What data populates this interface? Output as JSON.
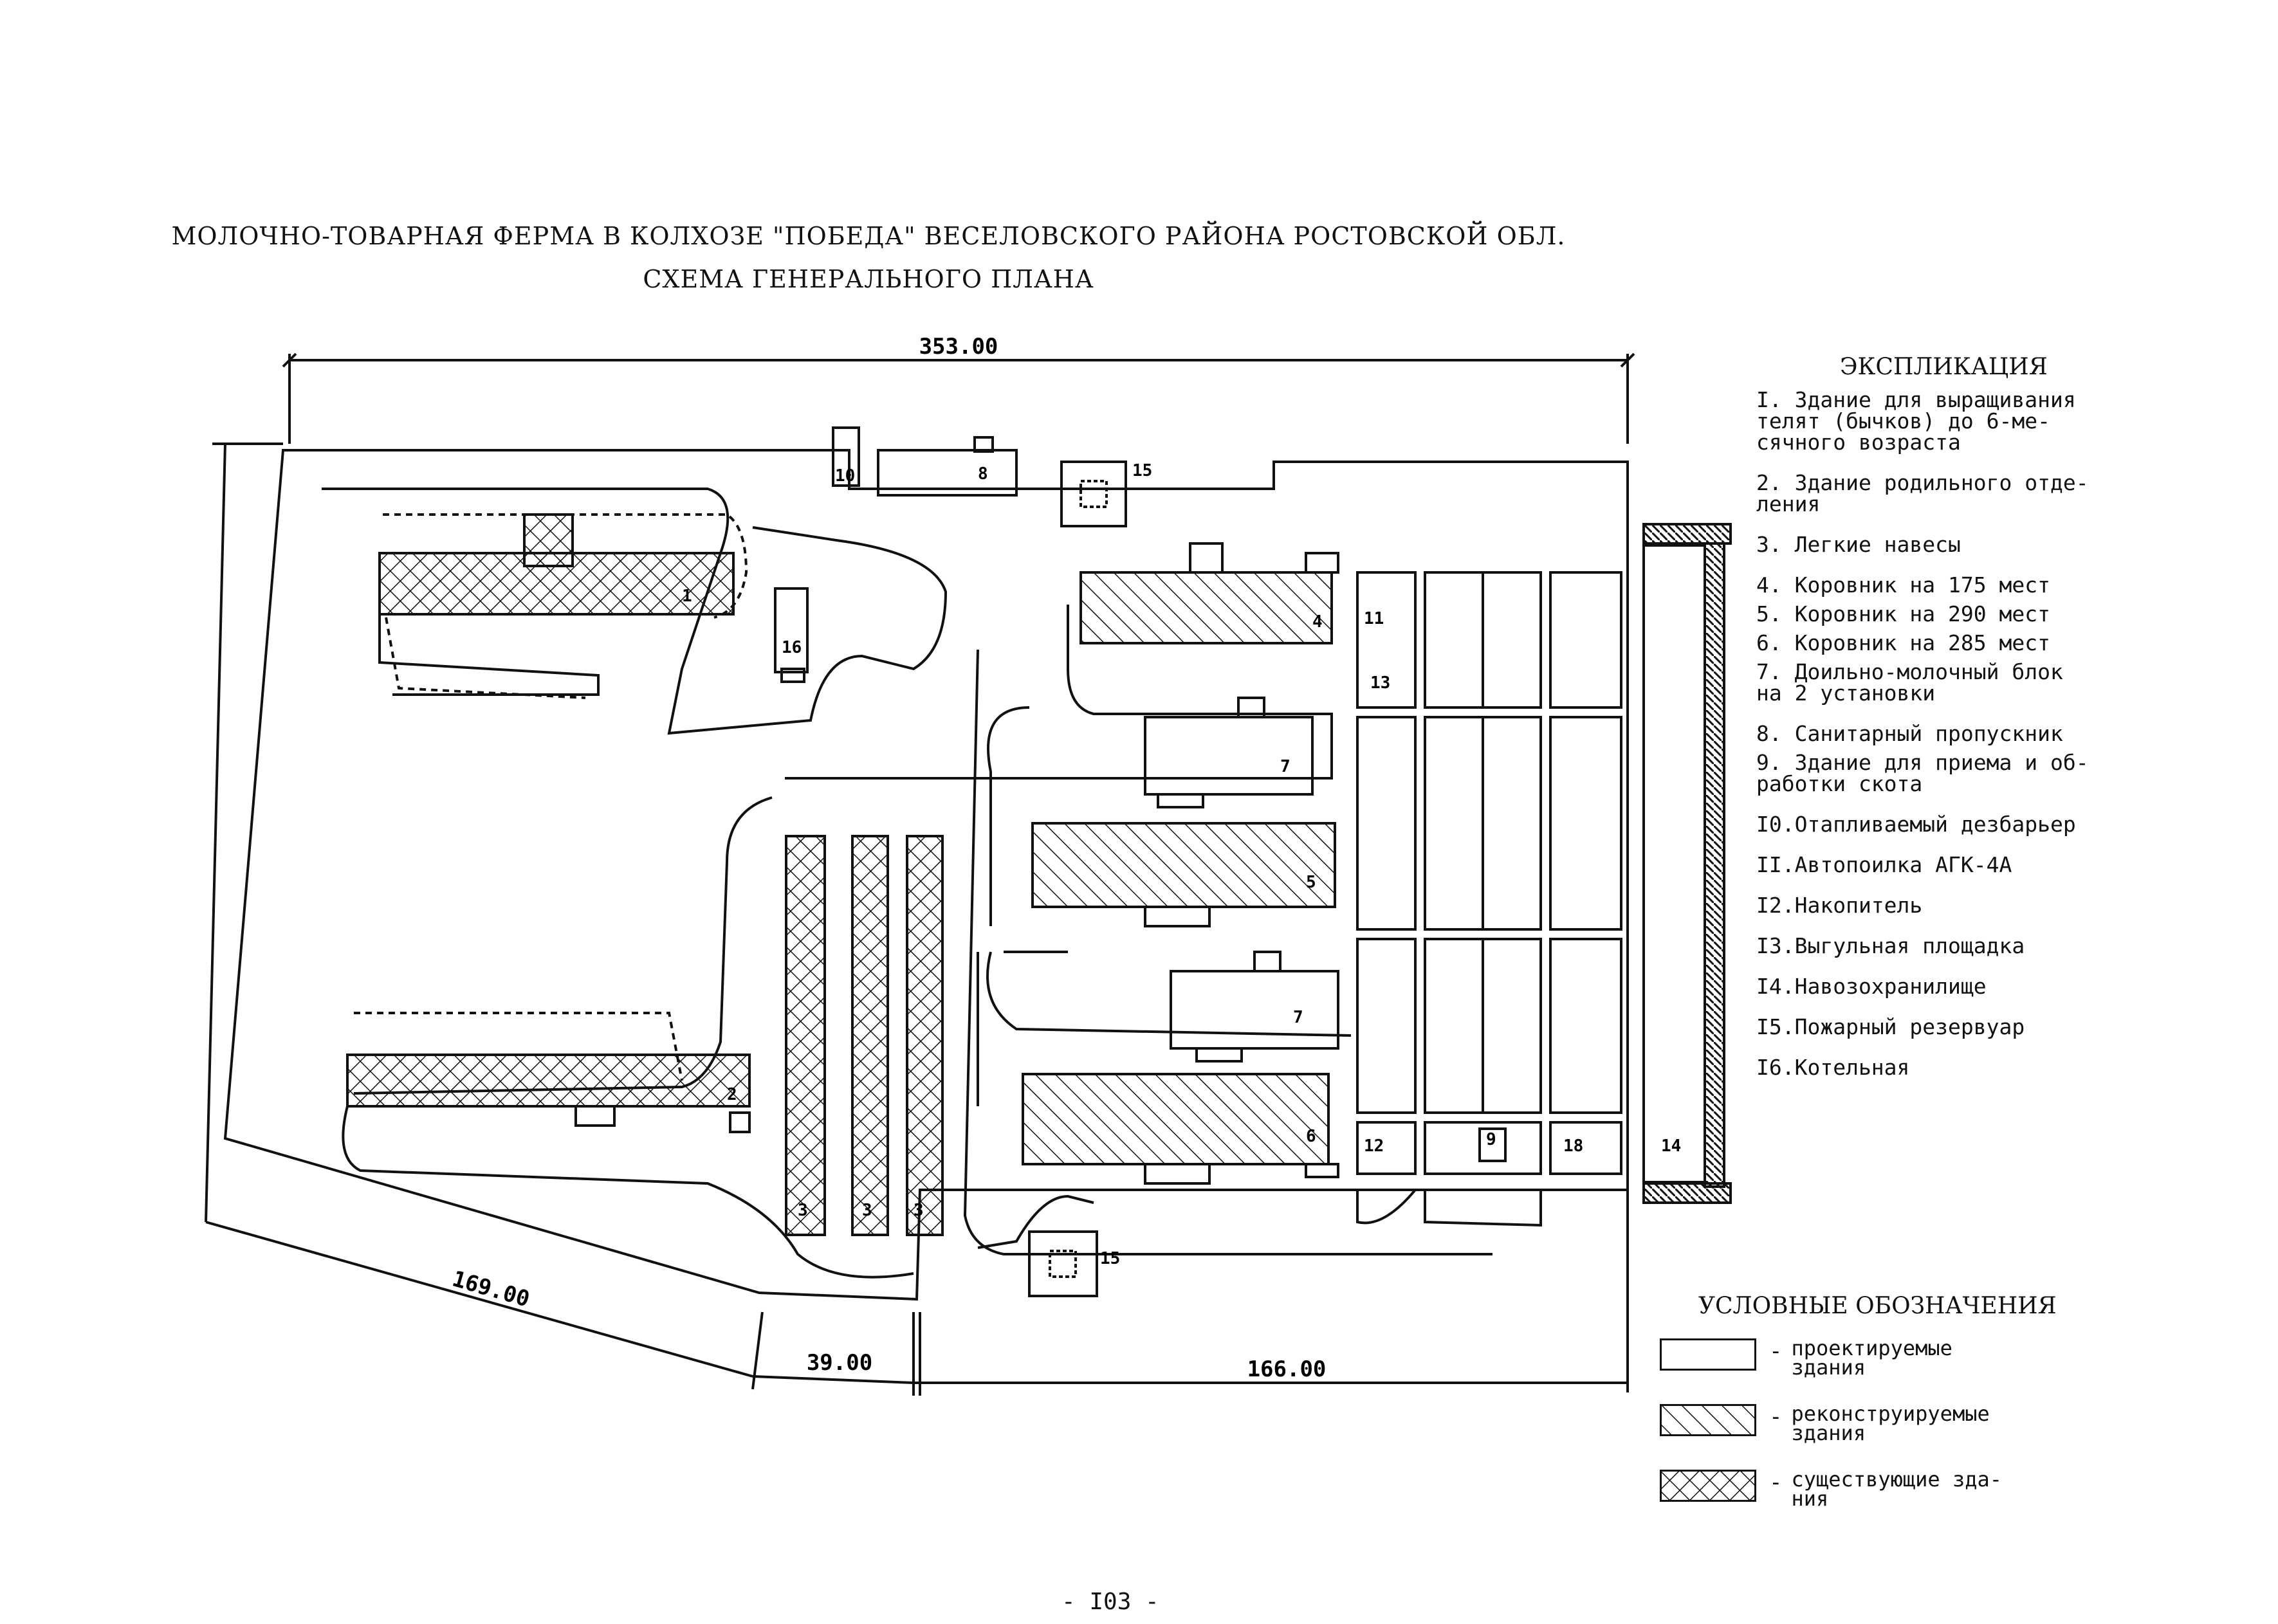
{
  "header": {
    "title": "МОЛОЧНО-ТОВАРНАЯ ФЕРМА В КОЛХОЗЕ \"ПОБЕДА\" ВЕСЕЛОВСКОГО РАЙОНА РОСТОВСКОЙ ОБЛ.",
    "subtitle": "СХЕМА ГЕНЕРАЛЬНОГО ПЛАНА"
  },
  "dimensions": {
    "top": "353.00",
    "bottom_left": "169.00",
    "bottom_mid": "39.00",
    "bottom_right": "166.00"
  },
  "plan_labels": {
    "b1": "1",
    "b2": "2",
    "b3a": "3",
    "b3b": "3",
    "b3c": "3",
    "b4": "4",
    "b5": "5",
    "b6": "6",
    "b7a": "7",
    "b7b": "7",
    "b8": "8",
    "b9": "9",
    "b10": "10",
    "b12": "12",
    "b13": "13",
    "b14": "14",
    "b15a": "15",
    "b15b": "15",
    "b16": "16",
    "b11": "11",
    "b18": "18"
  },
  "explication": {
    "title": "ЭКСПЛИКАЦИЯ",
    "items": [
      "I. Здание для выращивания\n    телят (бычков) до 6-ме-\n    сячного возраста",
      "2. Здание родильного отде-\n    ления",
      "3. Легкие навесы",
      "4. Коровник на 175 мест",
      "5. Коровник на 290 мест",
      "6. Коровник на 285 мест",
      "7. Доильно-молочный блок\n    на 2 установки",
      "8. Санитарный пропускник",
      "9. Здание для приема и об-\n    работки скота",
      "I0.Отапливаемый дезбарьер",
      "II.Автопоилка АГК-4А",
      "I2.Накопитель",
      "I3.Выгульная площадка",
      "I4.Навозохранилище",
      "I5.Пожарный резервуар",
      "I6.Котельная"
    ]
  },
  "legend": {
    "title": "УСЛОВНЫЕ ОБОЗНАЧЕНИЯ",
    "items": [
      {
        "text": "проектируемые\nздания",
        "style": "empty"
      },
      {
        "text": "реконструируемые\nздания",
        "style": "hatch"
      },
      {
        "text": "существующие зда-\nния",
        "style": "cross"
      }
    ],
    "dash": "-"
  },
  "page_number": "- I03 -"
}
